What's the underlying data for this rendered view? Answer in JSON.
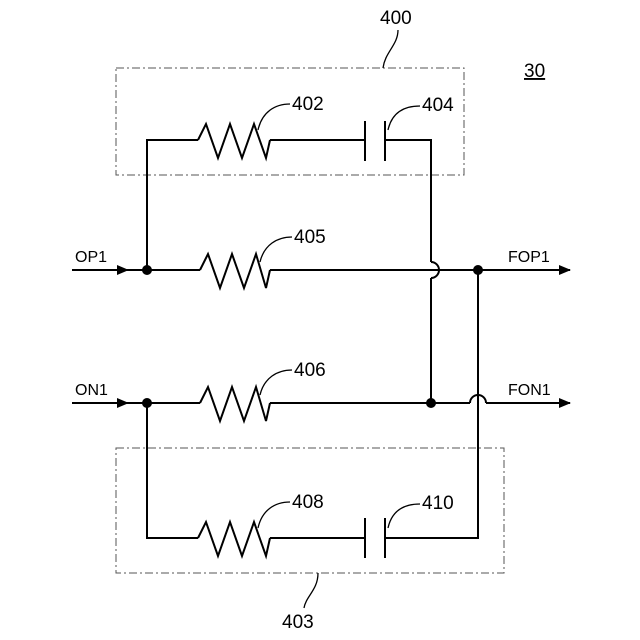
{
  "figure_number": "30",
  "block_labels": {
    "upper_block": "400",
    "lower_block": "403"
  },
  "component_labels": {
    "r_top": "402",
    "c_top": "404",
    "r_positive": "405",
    "r_negative": "406",
    "r_bottom": "408",
    "c_bottom": "410"
  },
  "terminals": {
    "op1": "OP1",
    "on1": "ON1",
    "fop1": "FOP1",
    "fon1": "FON1"
  }
}
